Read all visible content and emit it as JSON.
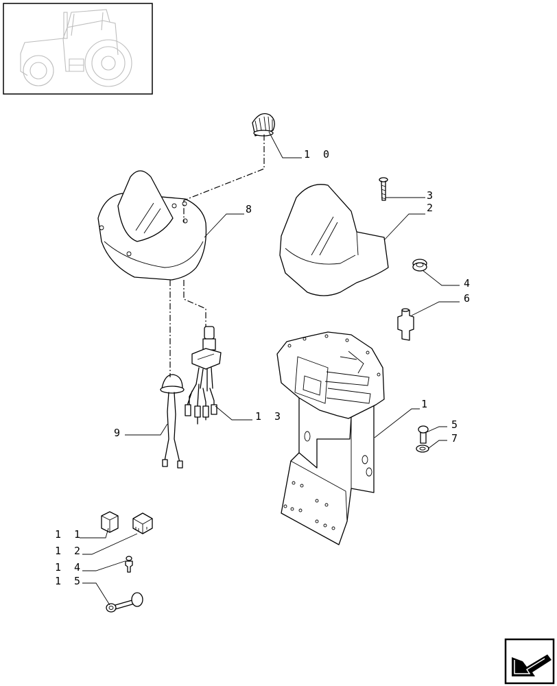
{
  "callouts": [
    {
      "id": "10",
      "text": "1 0"
    },
    {
      "id": "3",
      "text": "3"
    },
    {
      "id": "2",
      "text": "2"
    },
    {
      "id": "8",
      "text": "8"
    },
    {
      "id": "4",
      "text": "4"
    },
    {
      "id": "6",
      "text": "6"
    },
    {
      "id": "1",
      "text": "1"
    },
    {
      "id": "5",
      "text": "5"
    },
    {
      "id": "7",
      "text": "7"
    },
    {
      "id": "13",
      "text": "1 3"
    },
    {
      "id": "9",
      "text": "9"
    },
    {
      "id": "11",
      "text": "1 1"
    },
    {
      "id": "12",
      "text": "1 2"
    },
    {
      "id": "14",
      "text": "1 4"
    },
    {
      "id": "15",
      "text": "1 5"
    }
  ]
}
